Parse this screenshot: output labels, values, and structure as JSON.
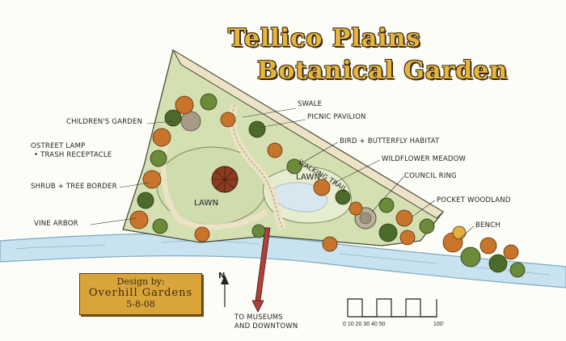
{
  "title": {
    "line1": "Tellico Plains",
    "line2": "Botanical Garden"
  },
  "labels": {
    "childrens_garden": "Children's Garden",
    "street_lamp": "oStreet Lamp",
    "trash": "• Trash Receptacle",
    "shrub_tree_border": "Shrub + Tree Border",
    "vine_arbor": "Vine Arbor",
    "swale": "Swale",
    "picnic_pavilion": "Picnic Pavilion",
    "bird_butterfly": "Bird + Butterfly Habitat",
    "wildflower_meadow": "Wildflower Meadow",
    "council_ring": "Council Ring",
    "pocket_woodland": "Pocket Woodland",
    "bench": "Bench",
    "walking_trail": "Walking Trail",
    "lawn_left": "Lawn",
    "lawn_right": "Lawn",
    "to_museums_line1": "To Museums",
    "to_museums_line2": "and Downtown",
    "north": "N"
  },
  "design_box": {
    "line1": "Design by:",
    "line2": "Overhill Gardens",
    "line3": "5-8-08"
  },
  "scale": {
    "ticks": "0 10 20 30 40 50",
    "end": "100'"
  },
  "colors": {
    "lawn": "#cfdcae",
    "path": "#ece2c6",
    "river": "#c9e2ef",
    "gold": "#e7b53c",
    "tree_orange": "#c8742b",
    "tree_green": "#4c6a2a"
  }
}
